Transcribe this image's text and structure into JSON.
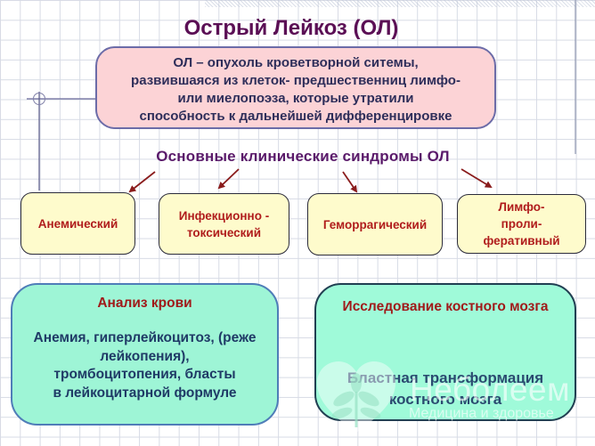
{
  "title": "Острый Лейкоз (ОЛ)",
  "definition": {
    "lines": [
      "ОЛ – опухоль кроветворной ситемы,",
      "развившаяся из клеток- предшественниц лимфо-",
      "или миелопоэза, которые утратили",
      "способность к дальнейшей дифференцировке"
    ]
  },
  "syndromes_heading": "Основные клинические синдромы ОЛ",
  "syndromes": [
    {
      "lines": [
        "Анемический"
      ]
    },
    {
      "lines": [
        "Инфекционно -",
        "токсический"
      ]
    },
    {
      "lines": [
        "Геморрагический"
      ]
    },
    {
      "lines": [
        "Лимфо-",
        "проли-",
        "феративный"
      ]
    }
  ],
  "blood_test": {
    "heading": "Анализ крови",
    "lines": [
      "Анемия, гиперлейкоцитоз, (реже",
      "лейкопения),",
      "тромбоцитопения, бласты",
      "в лейкоцитарной формуле"
    ]
  },
  "bone_marrow": {
    "heading": "Исследование костного мозга",
    "lines": [
      "Бластная трансформация",
      "костного мозга"
    ]
  },
  "watermark": {
    "brand": "Неболеем",
    "tagline": "Медицина и здоровье"
  },
  "colors": {
    "title": "#5b0f55",
    "definition_fill": "#fcd3d6",
    "definition_border": "#6c6ca8",
    "syndrome_fill": "#fefbcc",
    "syndrome_text": "#b01c1c",
    "arrow": "#8a1c1c",
    "teal_fill": "#9ef5d6",
    "heading_red": "#a01a1a",
    "body_navy": "#1f3a66"
  }
}
